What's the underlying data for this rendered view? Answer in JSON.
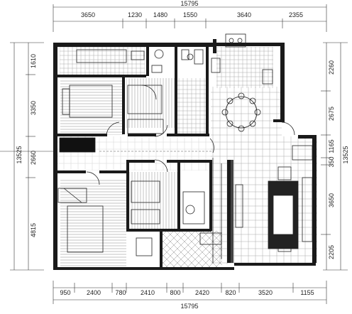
{
  "total_width": "15795",
  "total_height": "13525",
  "top_segments": [
    "3650",
    "1230",
    "1480",
    "1550",
    "3640",
    "2355"
  ],
  "bottom_segments": [
    "950",
    "2400",
    "780",
    "2410",
    "800",
    "2420",
    "820",
    "3520",
    "1155"
  ],
  "left_segments": [
    "1610",
    "3350",
    "2660",
    "4815"
  ],
  "right_segments": [
    "2260",
    "2675",
    "1165",
    "350",
    "3650",
    "2205"
  ]
}
